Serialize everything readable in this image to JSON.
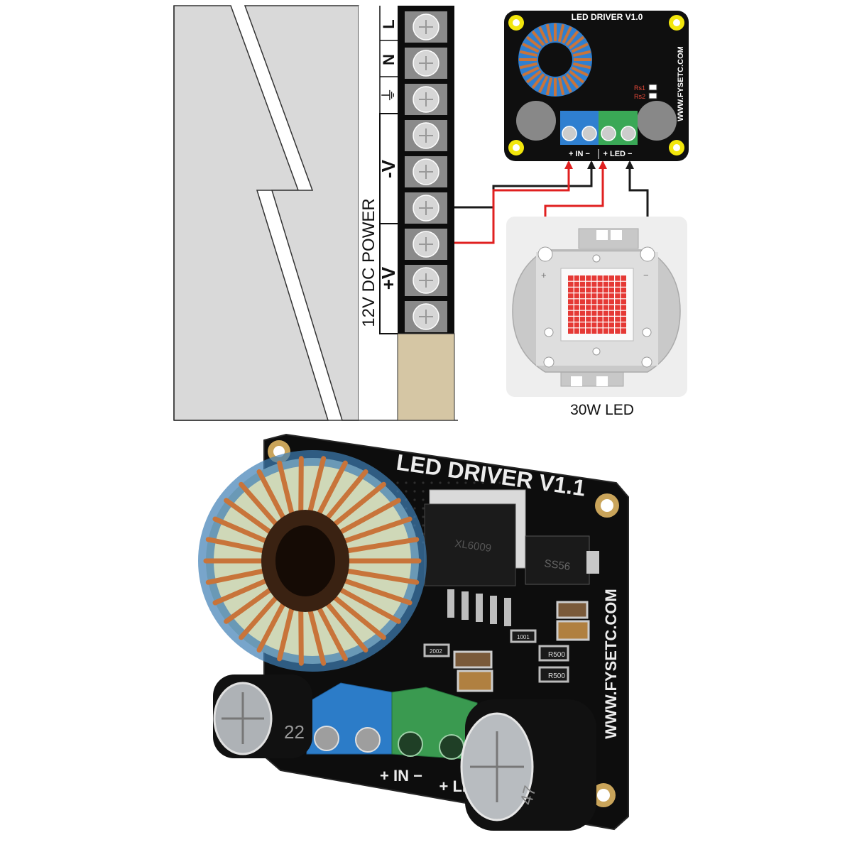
{
  "terminal_labels": {
    "l": "L",
    "n": "N",
    "ground": "⏚",
    "minus_v": "-V",
    "plus_v": "+V"
  },
  "power_supply_label": "12V DC POWER",
  "driver_diagram": {
    "title": "LED DRIVER V1.0",
    "website": "WWW.FYSETC.COM",
    "rs1": "Rs1",
    "rs2": "Rs2",
    "in_label": "+ IN −",
    "led_label": "+ LED −"
  },
  "led": {
    "caption": "30W LED",
    "plus": "+",
    "minus": "−"
  },
  "photo": {
    "title": "LED DRIVER V1.1",
    "website": "WWW.FYSETC.COM",
    "chip_text": "XL6009",
    "diode_text": "SS56",
    "resistor_1": "R500",
    "resistor_2": "R500",
    "resistor_3": "1001",
    "resistor_4": "2002",
    "in_label": "+ IN −",
    "led_label": "+ LED",
    "cap_text_left": "22",
    "cap_text_right": "47"
  },
  "colors": {
    "wire_red": "#e02020",
    "wire_black": "#1a1a1a",
    "terminal_blue": "#2f7fd0",
    "terminal_green": "#3aa856",
    "pcb": "#111111",
    "mount_hole": "#f2e60c",
    "coil_copper": "#c8743a"
  }
}
